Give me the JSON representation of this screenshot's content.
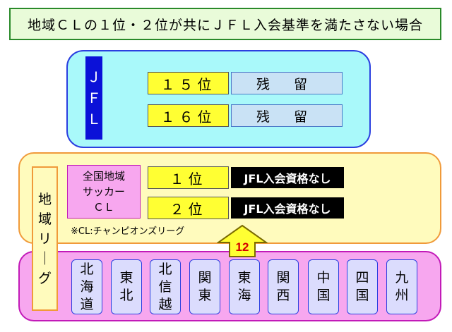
{
  "title": "地域ＣＬの１位・２位が共にＪＦＬ入会基準を満たさない場合",
  "jfl": {
    "label_chars": [
      "Ｊ",
      "Ｆ",
      "Ｌ"
    ],
    "rows": [
      {
        "rank": "１５位",
        "status": "残 留"
      },
      {
        "rank": "１６位",
        "status": "残 留"
      }
    ]
  },
  "cl": {
    "lines": [
      "全国地域",
      "サッカー",
      "ＣＬ"
    ],
    "rows": [
      {
        "rank": "１位",
        "status": "JFL入会資格なし"
      },
      {
        "rank": "２位",
        "status": "JFL入会資格なし"
      }
    ],
    "note": "※CL:チャンピオンズリーグ",
    "arrow_value": "12"
  },
  "regional_label_chars": [
    "地",
    "域",
    "リ",
    "｜",
    "グ"
  ],
  "regions": [
    [
      "北",
      "海",
      "道"
    ],
    [
      "東",
      "北"
    ],
    [
      "北",
      "信",
      "越"
    ],
    [
      "関",
      "東"
    ],
    [
      "東",
      "海"
    ],
    [
      "関",
      "西"
    ],
    [
      "中",
      "国"
    ],
    [
      "四",
      "国"
    ],
    [
      "九",
      "州"
    ]
  ],
  "colors": {
    "jfl_panel": "#a9f9fa",
    "jfl_label": "#0b11d8",
    "rank_fill": "#ffff33",
    "remain_fill": "#c9e2f5",
    "regional_panel": "#fffbbd",
    "leagues_panel": "#f7a7ef",
    "arrow_fill": "#ffff33",
    "arrow_text": "#d40000"
  }
}
